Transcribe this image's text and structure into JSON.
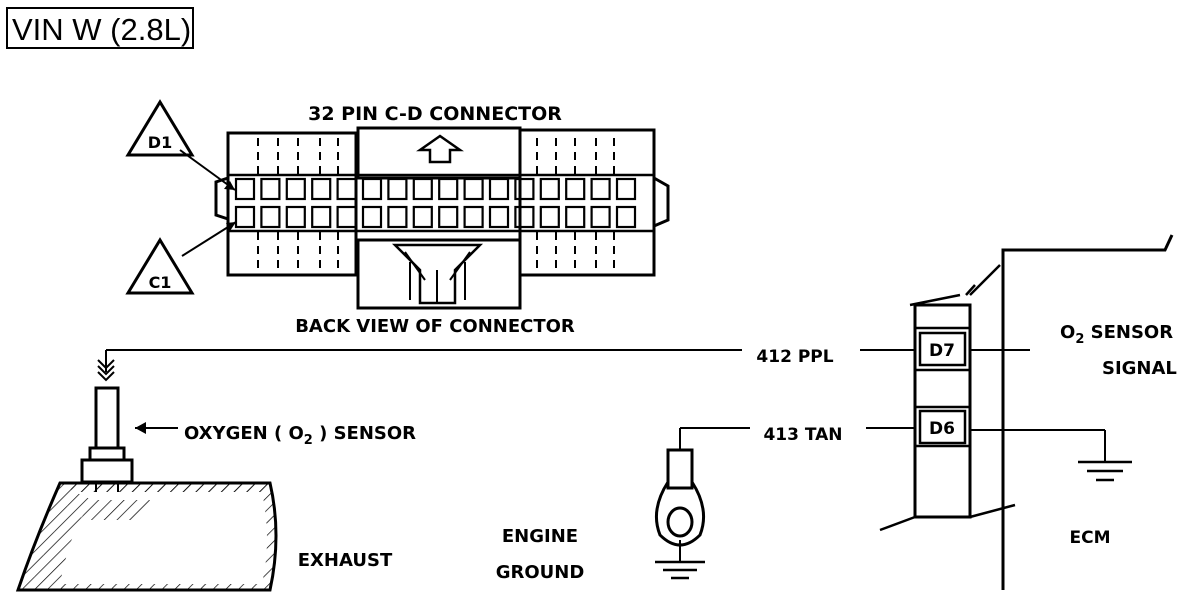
{
  "title": "VIN W (2.8L)",
  "connector": {
    "title": "32 PIN C-D CONNECTOR",
    "caption": "BACK VIEW OF CONNECTOR",
    "callout_top": "D1",
    "callout_bottom": "C1"
  },
  "sensor": {
    "label_pre": "OXYGEN ( O",
    "label_sub": "2",
    "label_post": " ) SENSOR",
    "exhaust": "EXHAUST"
  },
  "ground": {
    "line1": "ENGINE",
    "line2": "GROUND"
  },
  "wires": {
    "w412": "412 PPL",
    "w413": "413 TAN"
  },
  "ecm": {
    "pin_d7": "D7",
    "pin_d6": "D6",
    "signal_pre": "O",
    "signal_sub": "2",
    "signal_post": " SENSOR",
    "signal_line2": "SIGNAL",
    "name": "ECM"
  }
}
